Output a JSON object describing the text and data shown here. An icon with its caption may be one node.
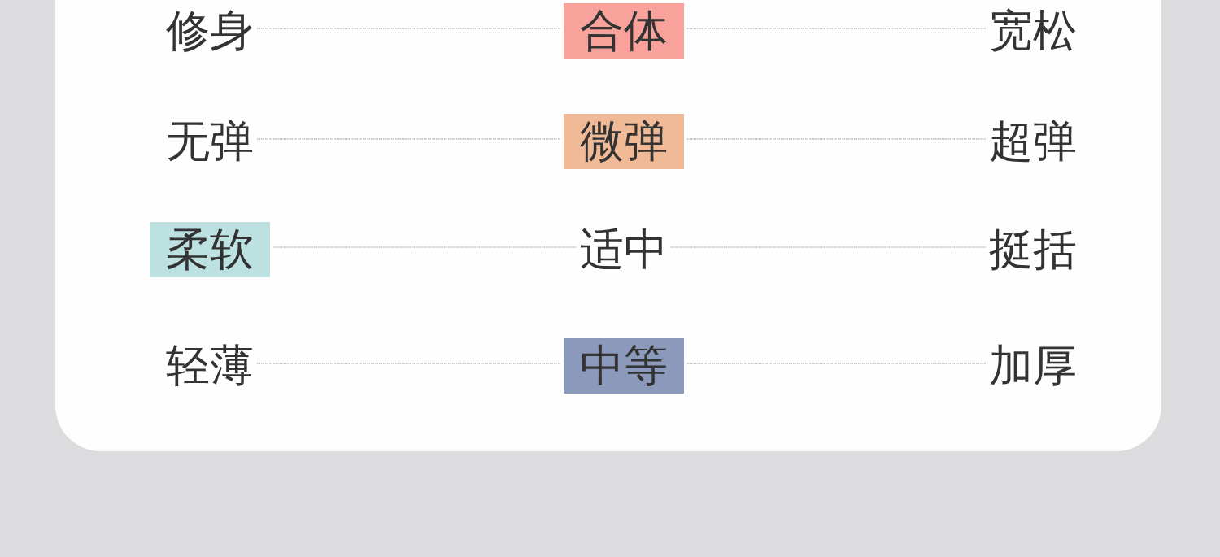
{
  "diagram": {
    "nodes": [
      {
        "text": [
          "修身"
        ]
      },
      {
        "text": [
          "合体"
        ]
      },
      {
        "text": [
          "宽松"
        ]
      },
      {
        "text": [
          "无弹"
        ]
      },
      {
        "text": [
          "微弹"
        ]
      },
      {
        "text": [
          "超弹"
        ]
      },
      {
        "text": [
          "柔软"
        ]
      },
      {
        "text": [
          "适中"
        ]
      },
      {
        "text": [
          "挺括"
        ]
      },
      {
        "text": [
          "轻薄"
        ]
      },
      {
        "text": [
          "中等"
        ]
      },
      {
        "text": [
          "加厚"
        ]
      }
    ],
    "edges": [
      {
        "from": 0,
        "to": 1,
        "arrow": "none"
      },
      {
        "from": 1,
        "to": 2,
        "arrow": "none"
      },
      {
        "from": 3,
        "to": 4,
        "arrow": "none"
      },
      {
        "from": 4,
        "to": 5,
        "arrow": "none"
      },
      {
        "from": 6,
        "to": 7,
        "arrow": "none"
      },
      {
        "from": 7,
        "to": 8,
        "arrow": "none"
      },
      {
        "from": 9,
        "to": 10,
        "arrow": "none"
      },
      {
        "from": 10,
        "to": 11,
        "arrow": "none"
      }
    ]
  }
}
